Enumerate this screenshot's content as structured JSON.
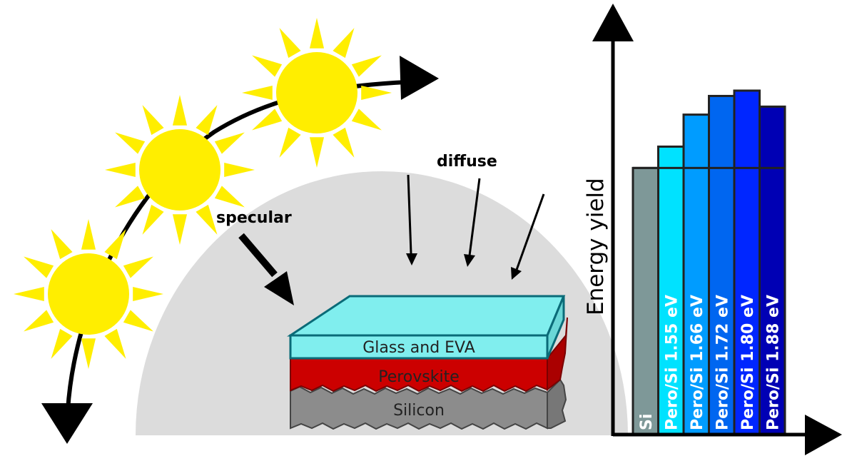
{
  "annotations": {
    "specular": "specular",
    "diffuse": "diffuse"
  },
  "layers": {
    "glass": "Glass and EVA",
    "perovskite": "Perovskite",
    "silicon": "Silicon"
  },
  "colors": {
    "sun": "#ffee00",
    "sky_dome": "#dcdcdc",
    "glass": "#80eeee",
    "glass_edge": "#0a6b78",
    "perovskite": "#cc0000",
    "silicon": "#8c8c8c"
  },
  "chart_data": {
    "type": "bar",
    "ylabel": "Energy yield",
    "xlabel": "",
    "categories": [
      "Si",
      "Pero/Si 1.55 eV",
      "Pero/Si 1.66 eV",
      "Pero/Si 1.72 eV",
      "Pero/Si 1.80 eV",
      "Pero/Si 1.88 eV"
    ],
    "values": [
      1.0,
      1.08,
      1.2,
      1.27,
      1.29,
      1.23
    ],
    "baseline_reference": 1.0,
    "colors": [
      "#7e9898",
      "#00e2ff",
      "#009cff",
      "#0066f0",
      "#0026ff",
      "#0000b4"
    ],
    "ylim": [
      0,
      1.29
    ],
    "grid": false,
    "legend": "none"
  }
}
